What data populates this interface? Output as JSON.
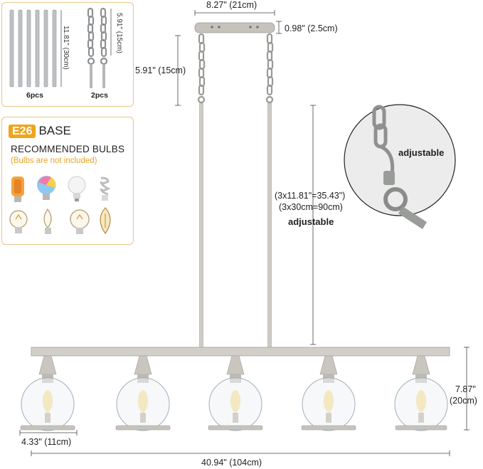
{
  "accessories": {
    "rods_length": "11.81\" (30cm)",
    "rods_qty": "6pcs",
    "chain_length": "5.91\" (15cm)",
    "chain_qty": "2pcs"
  },
  "bulbs": {
    "base_tag": "E26",
    "base_word": "BASE",
    "recommended": "RECOMMENDED BULBS",
    "note": "(Bulbs are not included)"
  },
  "dimensions": {
    "canopy_width": "8.27\" (21cm)",
    "canopy_height": "0.98\" (2.5cm)",
    "chain_drop": "5.91\" (15cm)",
    "rods_total_in": "(3x11.81\"=35.43\")",
    "rods_total_cm": "(3x30cm=90cm)",
    "adjustable_label": "adjustable",
    "detail_label": "adjustable",
    "fixture_height_in": "7.87\"",
    "fixture_height_cm": "(20cm)",
    "shade_width": "4.33\" (11cm)",
    "total_length": "40.94\" (104cm)"
  },
  "colors": {
    "accent": "#f0a41c",
    "box_border": "#e8c58a",
    "metal": "#c9c6c0"
  }
}
